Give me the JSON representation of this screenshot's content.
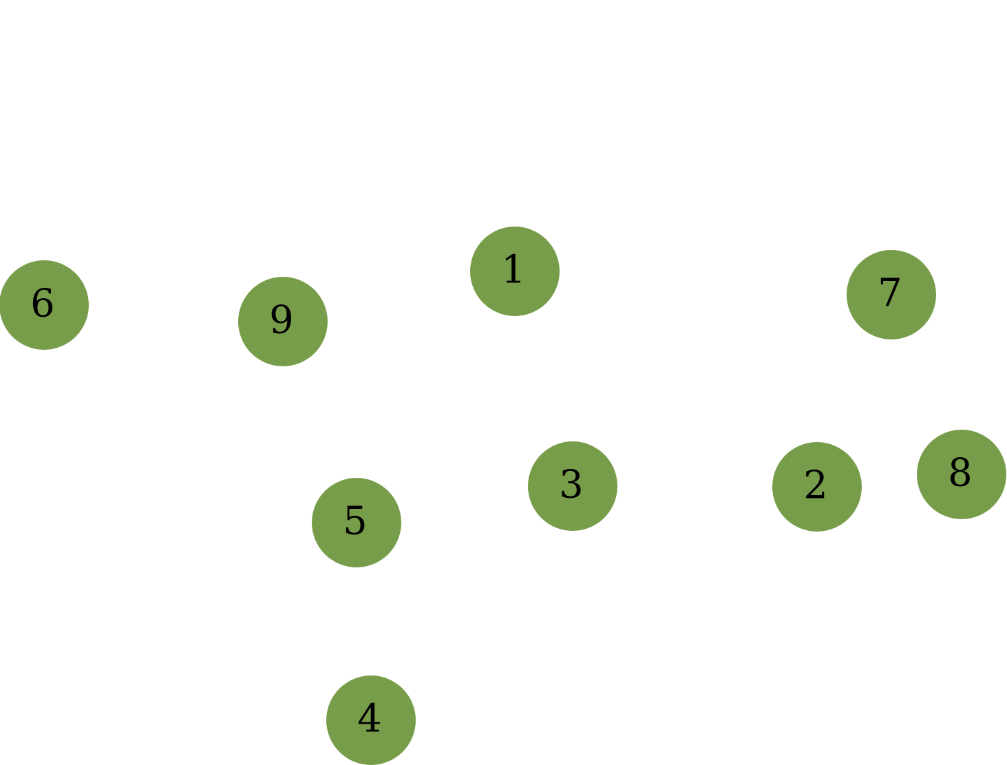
{
  "colors": {
    "node_fill": "#789d4a",
    "label": "#000000",
    "background": "#ffffff"
  },
  "nodes": [
    {
      "label": "1"
    },
    {
      "label": "2"
    },
    {
      "label": "3"
    },
    {
      "label": "4"
    },
    {
      "label": "5"
    },
    {
      "label": "6"
    },
    {
      "label": "7"
    },
    {
      "label": "8"
    },
    {
      "label": "9"
    }
  ]
}
